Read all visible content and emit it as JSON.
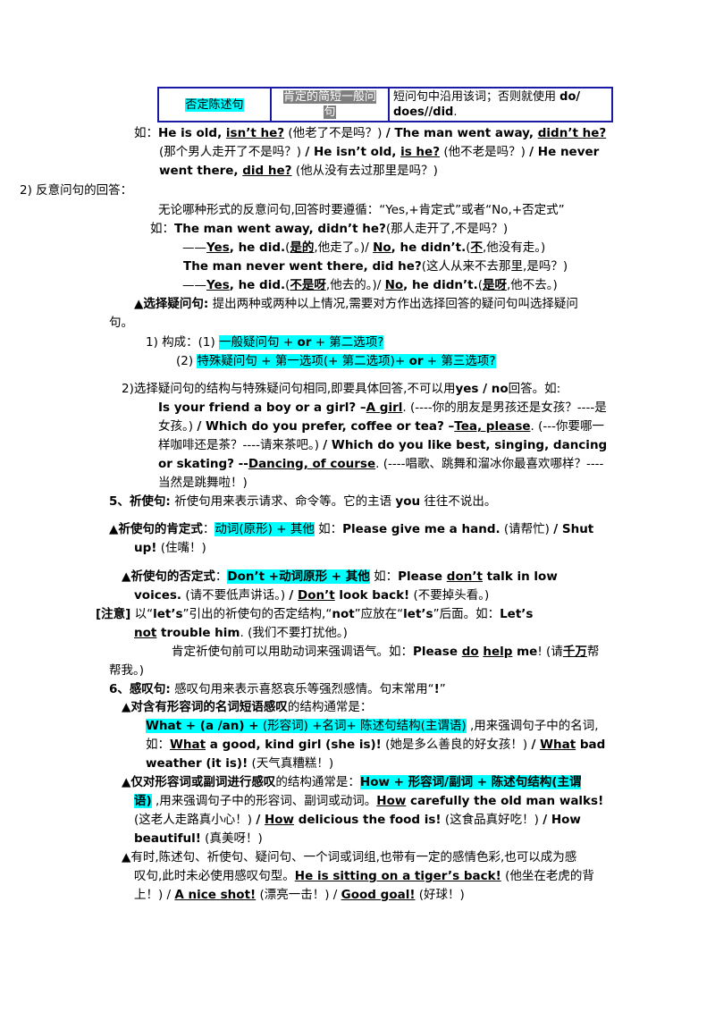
{
  "table": {
    "c1": "否定陈述句",
    "c2a": "肯定的简短一般问",
    "c2b": "句",
    "c3a": "短问句中沿用该词；否则就使用 ",
    "c3b": "do/",
    "c3c": "does//did",
    "c3d": "."
  },
  "lines": {
    "l1": [
      "如：",
      "He is old, ",
      "isn’t he?",
      " (他老了不是吗？) ",
      "/ The man went away, ",
      "didn’t he?"
    ],
    "l2": [
      "(那个男人走开了不是吗？) ",
      "/ He isn’t old, ",
      "is he?",
      " (他不老是吗？) ",
      "/ He never"
    ],
    "l3": [
      "went there, ",
      "did he?",
      " (他从没有去过那里是吗？)"
    ],
    "l4": "2) 反意问句的回答：",
    "l5": "无论哪种形式的反意问句,回答时要遵循：“Yes,+肯定式”或者“No,+否定式”",
    "l6": [
      "如：",
      "The man went away, didn’t he?",
      "(那人走开了,不是吗？)"
    ],
    "l7": [
      "——",
      "Yes",
      ", he did.",
      "(",
      "是的",
      ",他走了。)/ ",
      "No",
      ", he didn’t.",
      "(",
      "不",
      ",他没有走。)"
    ],
    "l8": [
      "The man never went there, did he?",
      "(这人从来不去那里,是吗？)"
    ],
    "l9": [
      "——",
      "Yes",
      ", he did.",
      "(",
      "不是呀",
      ",他去的。)/ ",
      "No",
      ", he didn’t.",
      "(",
      "是呀",
      ",他不去。)"
    ],
    "l10": [
      "▲选择疑问句:",
      " 提出两种或两种以上情况,需要对方作出选择回答的疑问句叫选择疑问"
    ],
    "l11": "句。",
    "l12": [
      "1) 构成：(1) ",
      "一般疑问句 + ",
      "or",
      " + 第二选项?"
    ],
    "l13": [
      "(2) ",
      "特殊疑问句 + 第一选项(+ 第二选项)+ ",
      "or",
      " + 第三选项?"
    ],
    "l14": [
      "2)选择疑问句的结构与特殊疑问句相同,即要具体回答,不可以用",
      "yes / no",
      "回答。如:"
    ],
    "l15": [
      "Is your friend a boy or a girl? –",
      "A girl",
      ". (----你的朋友是男孩还是女孩？----是"
    ],
    "l16": [
      "女孩。) ",
      "/ Which do you prefer, coffee or tea? –",
      "Tea, please",
      ". (---你要哪一"
    ],
    "l17": [
      "样咖啡还是茶？----请来茶吧。) ",
      "/ Which do you like best, singing, dancing"
    ],
    "l18": [
      "or skating? --",
      "Dancing, of course",
      ". (----唱歌、跳舞和溜冰你最喜欢哪样？----"
    ],
    "l19": "当然是跳舞啦！)",
    "l20": [
      "5、祈使句:",
      " 祈使句用来表示请求、命令等。它的主语 ",
      "you",
      " 往往不说出。"
    ],
    "l21": [
      "▲祈使句的肯定式",
      "：",
      "动词(原形) + 其他",
      " 如：",
      "Please give me a hand.",
      " (请帮忙) ",
      "/ Shut"
    ],
    "l22": [
      "up!",
      " (住嘴！)"
    ],
    "l23": [
      "▲祈使句的否定式",
      "：",
      "Don’t +动词原形 + 其他",
      " 如：",
      "Please ",
      "don’t",
      " talk in low"
    ],
    "l24": [
      "voices.",
      " (请不要低声讲话。) ",
      "/ ",
      "Don’t",
      " look back!",
      " (不要掉头看。)"
    ],
    "l25": [
      "[注意]",
      " 以“",
      "let’s",
      "”引出的祈使句的否定结构,“",
      "not",
      "”应放在“",
      "let’s",
      "”后面。如：",
      "Let’s"
    ],
    "l26": [
      "not",
      " trouble him",
      ". (我们不要打扰他。)"
    ],
    "l27": [
      "肯定祈使句前可以用助动词来强调语气。如：",
      "Please ",
      "do",
      " ",
      "help",
      " me",
      "! (请",
      "千万",
      "帮"
    ],
    "l28": "帮我。)",
    "l29": [
      "6、感叹句:",
      " 感叹句用来表示喜怒哀乐等强烈感情。句末常用“",
      "!",
      "”"
    ],
    "l30": [
      "▲对含有形容词的名词短语感叹",
      "的结构通常是："
    ],
    "l31": [
      "What + (a /an) +",
      " (形容词) +名词+ 陈述句结构(主谓语)",
      " ,用来强调句子中的名词,"
    ],
    "l32": [
      "如：",
      "What",
      " a good, kind girl (she is)!",
      " (她是多么善良的好女孩！) ",
      "/ ",
      "What",
      " bad"
    ],
    "l33": [
      "weather (it is)!",
      " (天气真糟糕！)"
    ],
    "l34": [
      "▲仅对形容词或副词进行感叹",
      "的结构通常是：",
      "How + 形容词/副词 + 陈述句结构(主谓"
    ],
    "l35": [
      "语)",
      " ,用来强调句子中的形容词、副词或动词。",
      "How",
      " carefully the old man walks!"
    ],
    "l36": [
      "(这老人走路真小心！) ",
      "/ ",
      "How",
      " delicious the food is!",
      " (这食品真好吃！) ",
      "/ How"
    ],
    "l37": [
      "beautiful!",
      " (真美呀！)"
    ],
    "l38": "▲有时,陈述句、祈使句、疑问句、一个词或词组,也带有一定的感情色彩,也可以成为感",
    "l39": [
      "叹句,此时未必使用感叹句型。",
      "He is sitting on a tiger’s back!",
      " (他坐在老虎的背"
    ],
    "l40": [
      "上！) / ",
      "A nice shot!",
      " (漂亮一击！) / ",
      "Good goal!",
      " (好球！)"
    ]
  }
}
